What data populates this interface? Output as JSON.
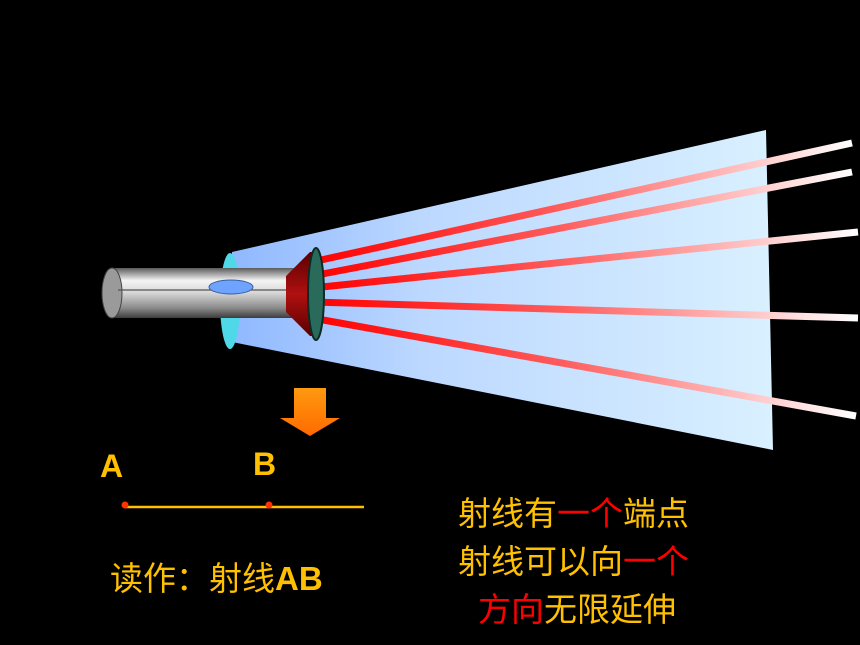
{
  "points": {
    "a": "A",
    "b": "B"
  },
  "read_as": {
    "prefix": "读作：射线",
    "ray_name": "AB"
  },
  "description": {
    "line1": {
      "part1": "射线有",
      "highlight": "一个",
      "part2": "端点"
    },
    "line2": {
      "part1": "射线可以向",
      "highlight": "一个"
    },
    "line3": {
      "highlight": "方向",
      "part2": "无限延伸"
    }
  },
  "colors": {
    "background": "#000000",
    "text": "#ffc000",
    "highlight": "#ff0000",
    "arrow": "#ff8c00",
    "beam": "#cfe6ff",
    "ray": "#ff1a1a"
  },
  "icons": [
    "flashlight-icon",
    "down-arrow-icon"
  ]
}
